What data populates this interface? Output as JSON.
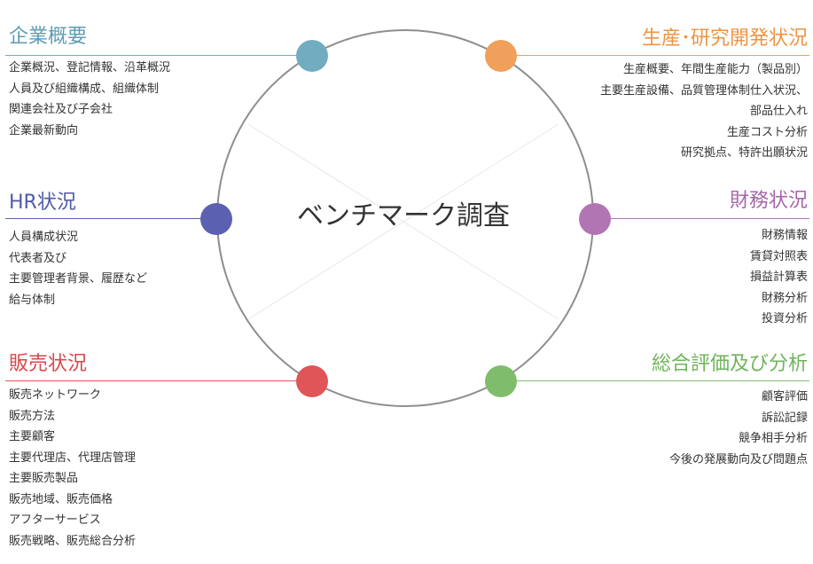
{
  "center": {
    "title": "ベンチマーク調査"
  },
  "sections": [
    {
      "id": "company",
      "title": "企業概要",
      "color": "#72acc0",
      "items": [
        "企業概況、登記情報、沿革概況",
        "人員及び組織構成、組織体制",
        "関連会社及び子会社",
        "企業最新動向"
      ]
    },
    {
      "id": "hr",
      "title": "HR状況",
      "color": "#5b61b0",
      "items": [
        "人員構成状況",
        "代表者及び",
        "主要管理者背景、履歴など",
        "給与体制"
      ]
    },
    {
      "id": "sales",
      "title": "販売状況",
      "color": "#e05558",
      "items": [
        "販売ネットワーク",
        "販売方法",
        "主要顧客",
        "主要代理店、代理店管理",
        "主要販売製品",
        "販売地域、販売価格",
        "アフターサービス",
        "販売戦略、販売総合分析"
      ]
    },
    {
      "id": "production",
      "title": "生産･研究開発状況",
      "color": "#f0a05a",
      "items": [
        "生産概要、年間生産能力（製品別）",
        "主要生産設備、品質管理体制仕入状況、",
        "部品仕入れ",
        "生産コスト分析",
        "研究拠点、特許出願状況"
      ]
    },
    {
      "id": "finance",
      "title": "財務状況",
      "color": "#b275b3",
      "items": [
        "財務情報",
        "賃貸対照表",
        "損益計算表",
        "財務分析",
        "投資分析"
      ]
    },
    {
      "id": "evaluation",
      "title": "総合評価及び分析",
      "color": "#7fbd6c",
      "items": [
        "顧客評価",
        "訴訟記録",
        "競争相手分析",
        "今後の発展動向及び問題点"
      ]
    }
  ]
}
